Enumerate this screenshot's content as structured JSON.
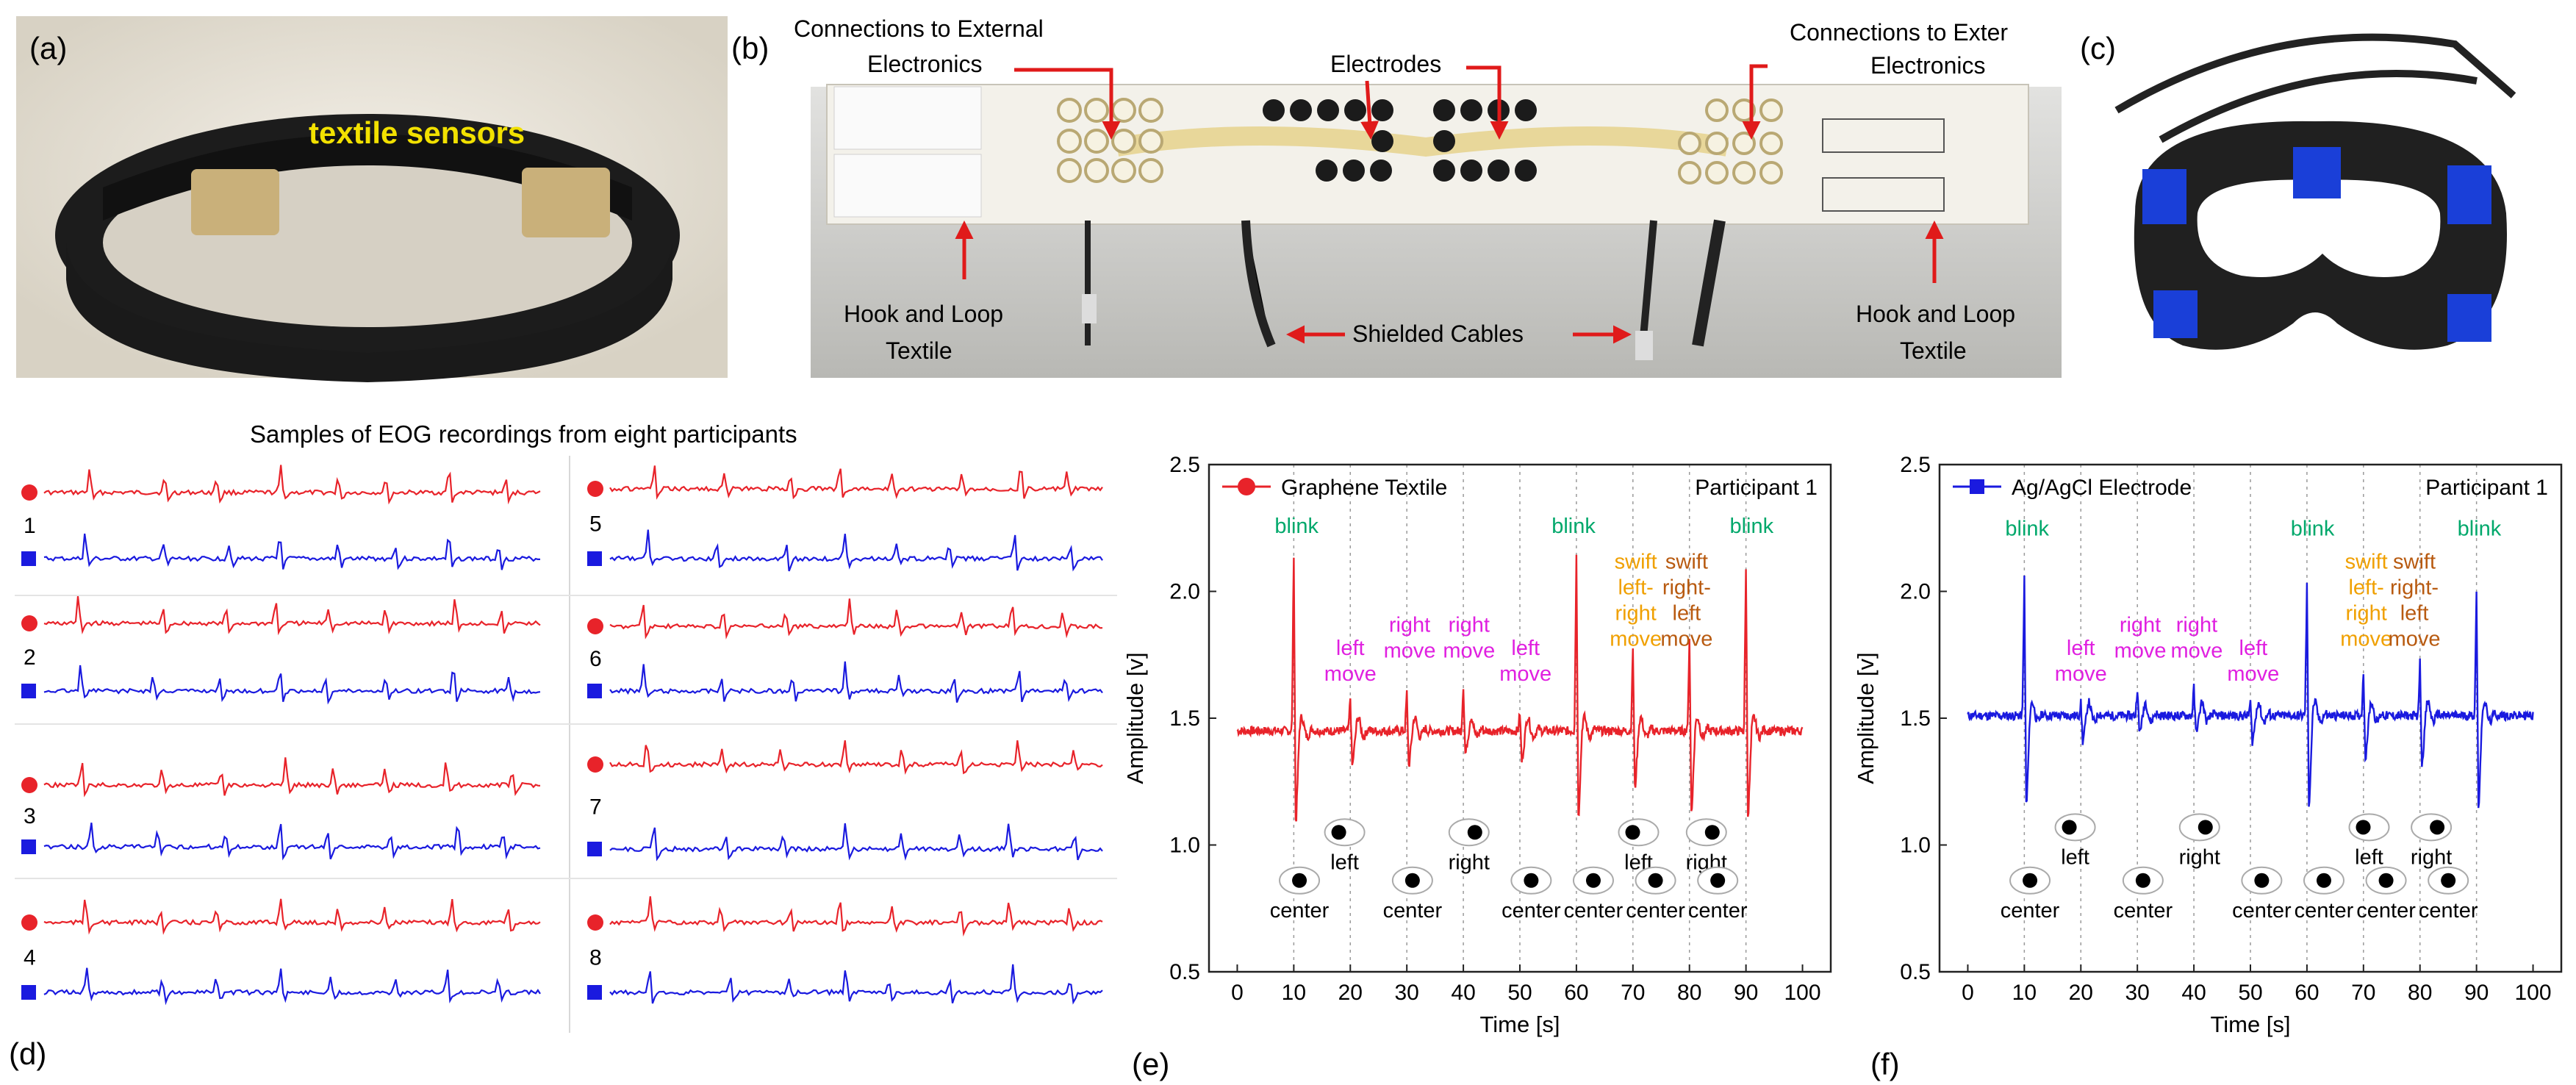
{
  "panels": {
    "a": {
      "label": "(a)",
      "sensor_label": "textile sensors"
    },
    "b": {
      "label": "(b)",
      "annotations": {
        "conn_left_line1": "Connections to External",
        "conn_left_line2": "Electronics",
        "electrodes": "Electrodes",
        "conn_right_line1": "Connections to Exter",
        "conn_right_line2": "Electronics",
        "hook_left_line1": "Hook and Loop",
        "hook_left_line2": "Textile",
        "shielded": "Shielded Cables",
        "hook_right_line1": "Hook and Loop",
        "hook_right_line2": "Textile"
      }
    },
    "c": {
      "label": "(c)"
    },
    "d": {
      "label": "(d)",
      "title": "Samples of EOG recordings from eight participants",
      "participants": [
        "1",
        "2",
        "3",
        "4",
        "5",
        "6",
        "7",
        "8"
      ]
    },
    "e": {
      "label": "(e)"
    },
    "f": {
      "label": "(f)"
    }
  },
  "colors": {
    "graphene": "#e8232a",
    "agagcl": "#1a1adf",
    "blink": "#00a86b",
    "move": "#e020e0",
    "swift_lr": "#f0a000",
    "swift_rl": "#b85a10",
    "arrow": "#e01a1a",
    "sensor_text": "#f2e100"
  },
  "chart_data": [
    {
      "panel": "e",
      "type": "line",
      "xlabel": "Time [s]",
      "ylabel": "Amplitude [v]",
      "xlim": [
        -5,
        105
      ],
      "ylim": [
        0.5,
        2.5
      ],
      "xticks": [
        0,
        10,
        20,
        30,
        40,
        50,
        60,
        70,
        80,
        90,
        100
      ],
      "yticks": [
        0.5,
        1.0,
        1.5,
        2.0,
        2.5
      ],
      "legend": "top-left",
      "series": [
        {
          "name": "Graphene Textile",
          "color": "#e8232a",
          "marker": "circle",
          "baseline": 1.45
        }
      ],
      "participant": "Participant 1",
      "events": [
        {
          "t": 10,
          "kind": "blink",
          "peak": 2.15,
          "trough": 1.05
        },
        {
          "t": 20,
          "kind": "left move",
          "peak": 1.58,
          "trough": 1.3
        },
        {
          "t": 30,
          "kind": "right move",
          "peak": 1.6,
          "trough": 1.3
        },
        {
          "t": 40,
          "kind": "right move",
          "peak": 1.63,
          "trough": 1.35
        },
        {
          "t": 50,
          "kind": "left move",
          "peak": 1.52,
          "trough": 1.32
        },
        {
          "t": 60,
          "kind": "blink",
          "peak": 2.15,
          "trough": 1.08
        },
        {
          "t": 70,
          "kind": "swift left-right move",
          "peak": 1.78,
          "trough": 1.2
        },
        {
          "t": 80,
          "kind": "swift right-left move",
          "peak": 1.82,
          "trough": 1.1
        },
        {
          "t": 90,
          "kind": "blink",
          "peak": 2.1,
          "trough": 1.08
        }
      ],
      "annotations": [
        {
          "text": [
            "blink"
          ],
          "x": 10.5,
          "y": 2.23,
          "color": "blink"
        },
        {
          "text": [
            "left",
            "move"
          ],
          "x": 20,
          "y": 1.75,
          "color": "move"
        },
        {
          "text": [
            "right",
            "move"
          ],
          "x": 30.5,
          "y": 1.84,
          "color": "move"
        },
        {
          "text": [
            "right",
            "move"
          ],
          "x": 41,
          "y": 1.84,
          "color": "move"
        },
        {
          "text": [
            "left",
            "move"
          ],
          "x": 51,
          "y": 1.75,
          "color": "move"
        },
        {
          "text": [
            "blink"
          ],
          "x": 59.5,
          "y": 2.23,
          "color": "blink"
        },
        {
          "text": [
            "swift",
            "left-",
            "right",
            "move"
          ],
          "x": 70.5,
          "y": 2.09,
          "color": "swift_lr"
        },
        {
          "text": [
            "swift",
            "right-",
            "left",
            "move"
          ],
          "x": 79.5,
          "y": 2.09,
          "color": "swift_rl"
        },
        {
          "text": [
            "blink"
          ],
          "x": 91,
          "y": 2.23,
          "color": "blink"
        }
      ],
      "eyes": [
        {
          "x": 19,
          "y": 1.05,
          "label": "left"
        },
        {
          "x": 41,
          "y": 1.05,
          "label": "right"
        },
        {
          "x": 71,
          "y": 1.05,
          "label": "left"
        },
        {
          "x": 83,
          "y": 1.05,
          "label": "right"
        },
        {
          "x": 11,
          "y": 0.86,
          "label": "center"
        },
        {
          "x": 31,
          "y": 0.86,
          "label": "center"
        },
        {
          "x": 52,
          "y": 0.86,
          "label": "center"
        },
        {
          "x": 63,
          "y": 0.86,
          "label": "center"
        },
        {
          "x": 74,
          "y": 0.86,
          "label": "center"
        },
        {
          "x": 85,
          "y": 0.86,
          "label": "center"
        }
      ]
    },
    {
      "panel": "f",
      "type": "line",
      "xlabel": "Time [s]",
      "ylabel": "Amplitude [v]",
      "xlim": [
        -5,
        105
      ],
      "ylim": [
        0.5,
        2.5
      ],
      "xticks": [
        0,
        10,
        20,
        30,
        40,
        50,
        60,
        70,
        80,
        90,
        100
      ],
      "yticks": [
        0.5,
        1.0,
        1.5,
        2.0,
        2.5
      ],
      "legend": "top-left",
      "series": [
        {
          "name": "Ag/AgCl Electrode",
          "color": "#1a1adf",
          "marker": "square",
          "baseline": 1.51
        }
      ],
      "participant": "Participant 1",
      "events": [
        {
          "t": 10,
          "kind": "blink",
          "peak": 2.05,
          "trough": 1.12
        },
        {
          "t": 20,
          "kind": "left move",
          "peak": 1.56,
          "trough": 1.4
        },
        {
          "t": 30,
          "kind": "right move",
          "peak": 1.62,
          "trough": 1.44
        },
        {
          "t": 40,
          "kind": "right move",
          "peak": 1.62,
          "trough": 1.44
        },
        {
          "t": 50,
          "kind": "left move",
          "peak": 1.56,
          "trough": 1.4
        },
        {
          "t": 60,
          "kind": "blink",
          "peak": 2.03,
          "trough": 1.12
        },
        {
          "t": 70,
          "kind": "swift left-right move",
          "peak": 1.68,
          "trough": 1.33
        },
        {
          "t": 80,
          "kind": "swift right-left move",
          "peak": 1.72,
          "trough": 1.3
        },
        {
          "t": 90,
          "kind": "blink",
          "peak": 2.0,
          "trough": 1.12
        }
      ],
      "annotations": [
        {
          "text": [
            "blink"
          ],
          "x": 10.5,
          "y": 2.22,
          "color": "blink"
        },
        {
          "text": [
            "left",
            "move"
          ],
          "x": 20,
          "y": 1.75,
          "color": "move"
        },
        {
          "text": [
            "right",
            "move"
          ],
          "x": 30.5,
          "y": 1.84,
          "color": "move"
        },
        {
          "text": [
            "right",
            "move"
          ],
          "x": 40.5,
          "y": 1.84,
          "color": "move"
        },
        {
          "text": [
            "left",
            "move"
          ],
          "x": 50.5,
          "y": 1.75,
          "color": "move"
        },
        {
          "text": [
            "blink"
          ],
          "x": 61,
          "y": 2.22,
          "color": "blink"
        },
        {
          "text": [
            "swift",
            "left-",
            "right",
            "move"
          ],
          "x": 70.5,
          "y": 2.09,
          "color": "swift_lr"
        },
        {
          "text": [
            "swift",
            "right-",
            "left",
            "move"
          ],
          "x": 79,
          "y": 2.09,
          "color": "swift_rl"
        },
        {
          "text": [
            "blink"
          ],
          "x": 90.5,
          "y": 2.22,
          "color": "blink"
        }
      ],
      "eyes": [
        {
          "x": 19,
          "y": 1.07,
          "label": "left"
        },
        {
          "x": 41,
          "y": 1.07,
          "label": "right"
        },
        {
          "x": 71,
          "y": 1.07,
          "label": "left"
        },
        {
          "x": 82,
          "y": 1.07,
          "label": "right"
        },
        {
          "x": 11,
          "y": 0.86,
          "label": "center"
        },
        {
          "x": 31,
          "y": 0.86,
          "label": "center"
        },
        {
          "x": 52,
          "y": 0.86,
          "label": "center"
        },
        {
          "x": 63,
          "y": 0.86,
          "label": "center"
        },
        {
          "x": 74,
          "y": 0.86,
          "label": "center"
        },
        {
          "x": 85,
          "y": 0.86,
          "label": "center"
        }
      ]
    }
  ]
}
